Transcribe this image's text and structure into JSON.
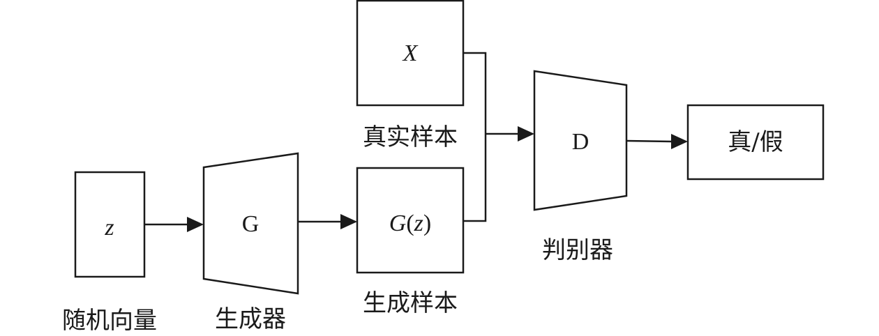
{
  "nodes": {
    "noise": {
      "symbol": "z",
      "caption": "随机向量"
    },
    "generator": {
      "symbol": "G",
      "caption": "生成器"
    },
    "fake_sample": {
      "symbol_fn": "G",
      "symbol_open": "(",
      "symbol_arg": "z",
      "symbol_close": ")",
      "caption": "生成样本"
    },
    "real_sample": {
      "symbol": "X",
      "caption": "真实样本"
    },
    "discriminator": {
      "symbol": "D",
      "caption": "判别器"
    },
    "output": {
      "label": "真/假"
    }
  }
}
